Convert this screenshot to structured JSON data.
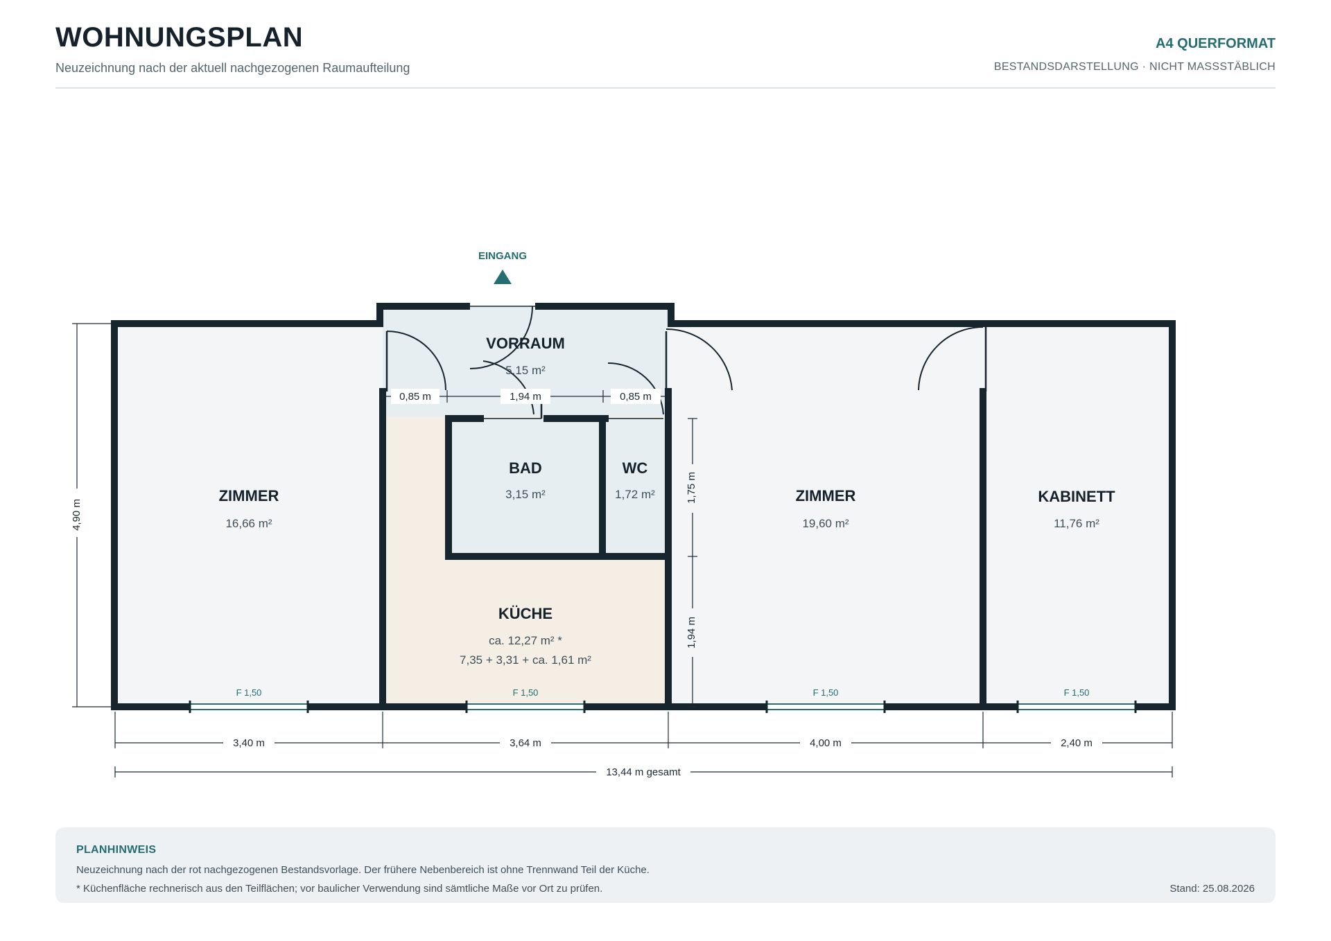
{
  "header": {
    "title": "WOHNUNGSPLAN",
    "subtitle": "Neuzeichnung nach der aktuell nachgezogenen Raumaufteilung",
    "format": "A4 QUERFORMAT",
    "status": "BESTANDSDARSTELLUNG · NICHT MASSSTÄBLICH"
  },
  "entrance": {
    "label": "EINGANG"
  },
  "rooms": [
    {
      "name": "ZIMMER",
      "area": "16,66 m²"
    },
    {
      "name": "VORRAUM",
      "area": "5,15 m²"
    },
    {
      "name": "BAD",
      "area": "3,15 m²"
    },
    {
      "name": "WC",
      "area": "1,72 m²"
    },
    {
      "name": "KÜCHE",
      "area": "ca. 12,27 m² *",
      "detail": "7,35 + 3,31 + ca. 1,61 m²"
    },
    {
      "name": "ZIMMER",
      "area": "19,60 m²"
    },
    {
      "name": "KABINETT",
      "area": "11,76 m²"
    }
  ],
  "windows": [
    "F 1,50",
    "F 1,50",
    "F 1,50",
    "F 1,50"
  ],
  "dimensions": {
    "height": "4,90 m",
    "vorraum_left": "0,85 m",
    "vorraum_mid": "1,94 m",
    "vorraum_right": "0,85 m",
    "inner_upper": "1,75 m",
    "inner_lower": "1,94 m",
    "width_1": "3,40 m",
    "width_2": "3,64 m",
    "width_3": "4,00 m",
    "width_4": "2,40 m",
    "total": "13,44 m gesamt"
  },
  "note": {
    "title": "PLANHINWEIS",
    "line1": "Neuzeichnung nach der rot nachgezogenen Bestandsvorlage. Der frühere Nebenbereich ist ohne Trennwand Teil der Küche.",
    "line2": "* Küchenfläche rechnerisch aus den Teilflächen; vor baulicher Verwendung sind sämtliche Maße vor Ort zu prüfen.",
    "date": "Stand: 25.08.2026"
  },
  "colors": {
    "wall": "#17252e",
    "room_fill": "#f3f5f7",
    "wet_fill": "#e7eef1",
    "kitchen_fill": "#f4eee5",
    "accent": "#236d73"
  }
}
